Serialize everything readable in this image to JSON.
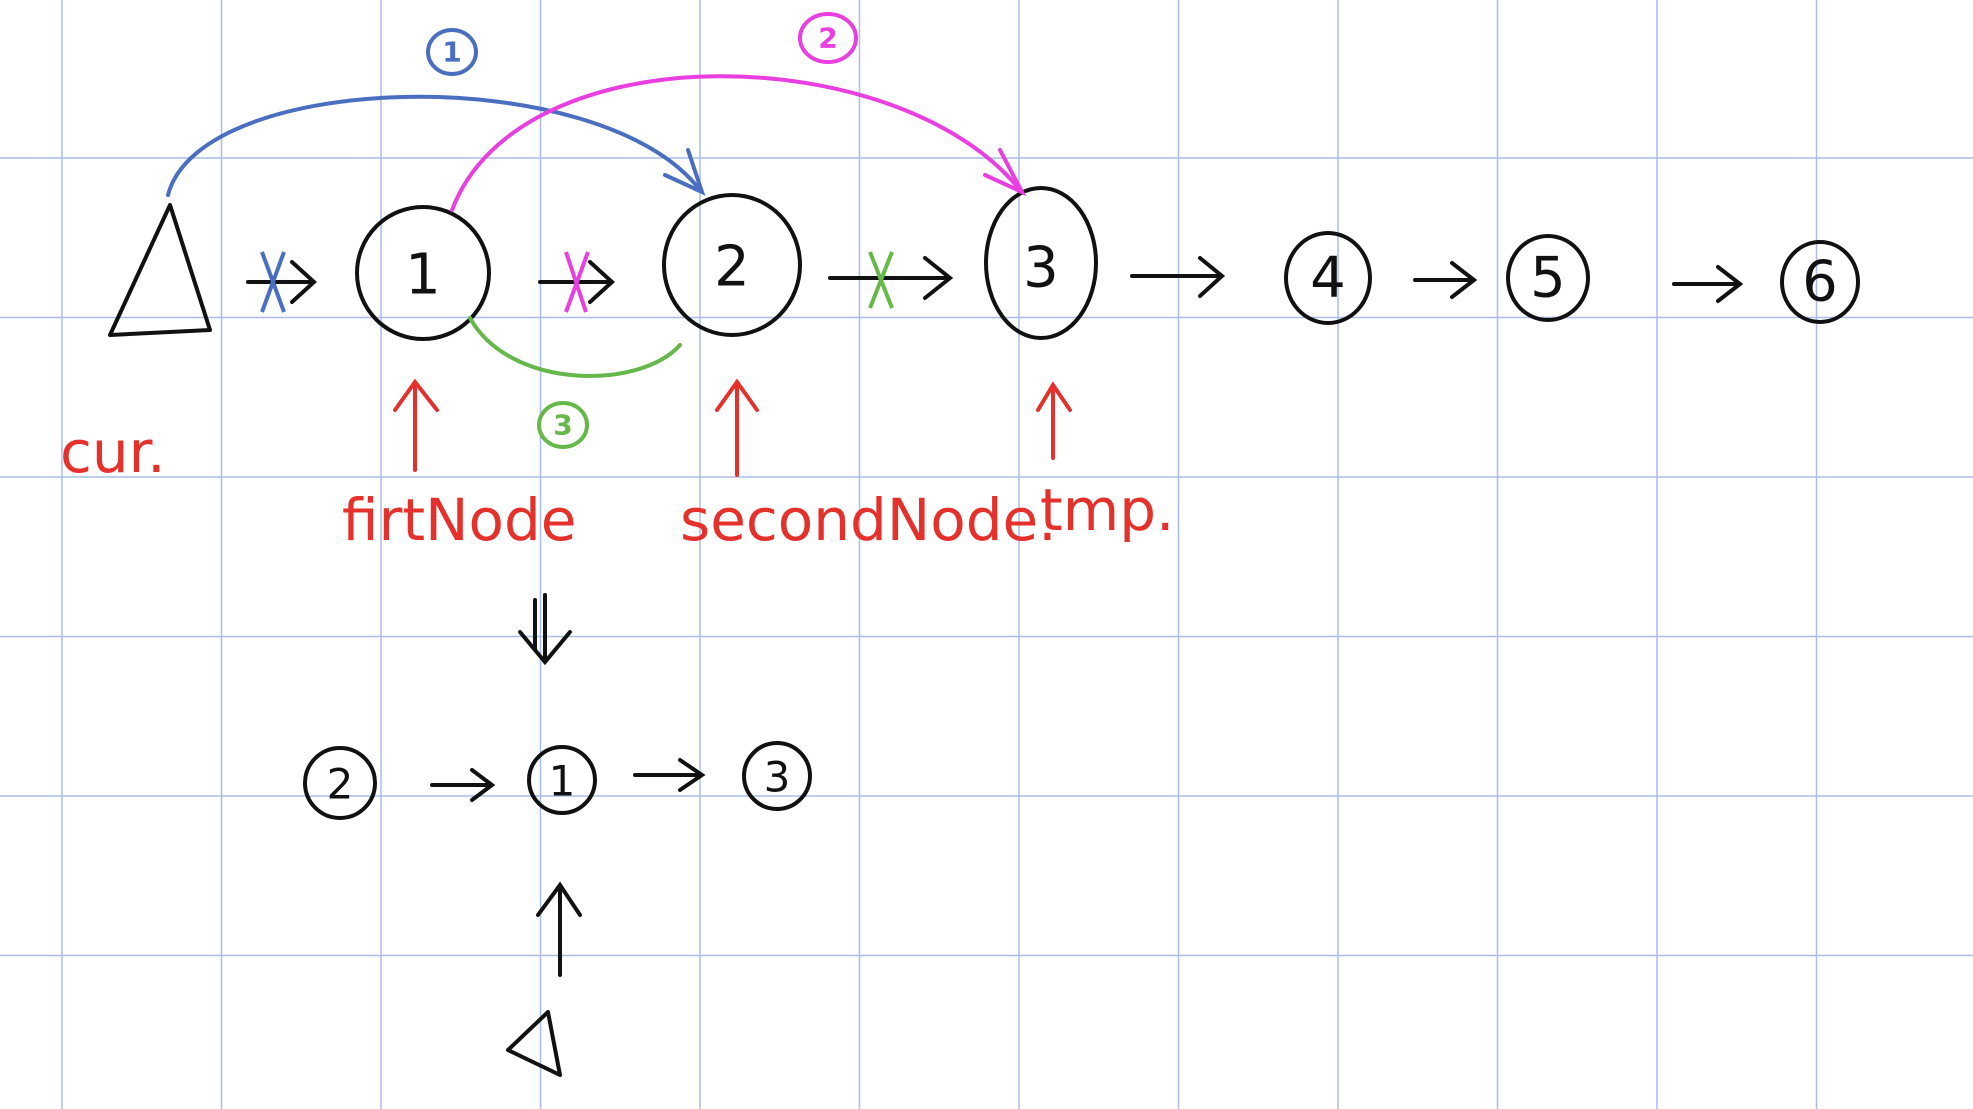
{
  "nodes": [
    {
      "id": "head",
      "label": "",
      "shape": "triangle"
    },
    {
      "id": "n1",
      "label": "1"
    },
    {
      "id": "n2",
      "label": "2"
    },
    {
      "id": "n3",
      "label": "3"
    },
    {
      "id": "n4",
      "label": "4"
    },
    {
      "id": "n5",
      "label": "5"
    },
    {
      "id": "n6",
      "label": "6"
    }
  ],
  "pointers": {
    "cur": "cur.",
    "first": "firtNode",
    "second": "secondNode.",
    "tmp": "tmp."
  },
  "steps": [
    {
      "label": "1",
      "color": "#4a6fc1"
    },
    {
      "label": "2",
      "color": "#e93ee0"
    },
    {
      "label": "3",
      "color": "#66b84a"
    }
  ],
  "result": {
    "nodes": [
      "2",
      "1",
      "3"
    ]
  },
  "colors": {
    "grid": "#a9bde6",
    "ink": "#111111",
    "red": "#e4312b",
    "blue": "#4a6fc1",
    "magenta": "#e93ee0",
    "green": "#66b84a"
  }
}
